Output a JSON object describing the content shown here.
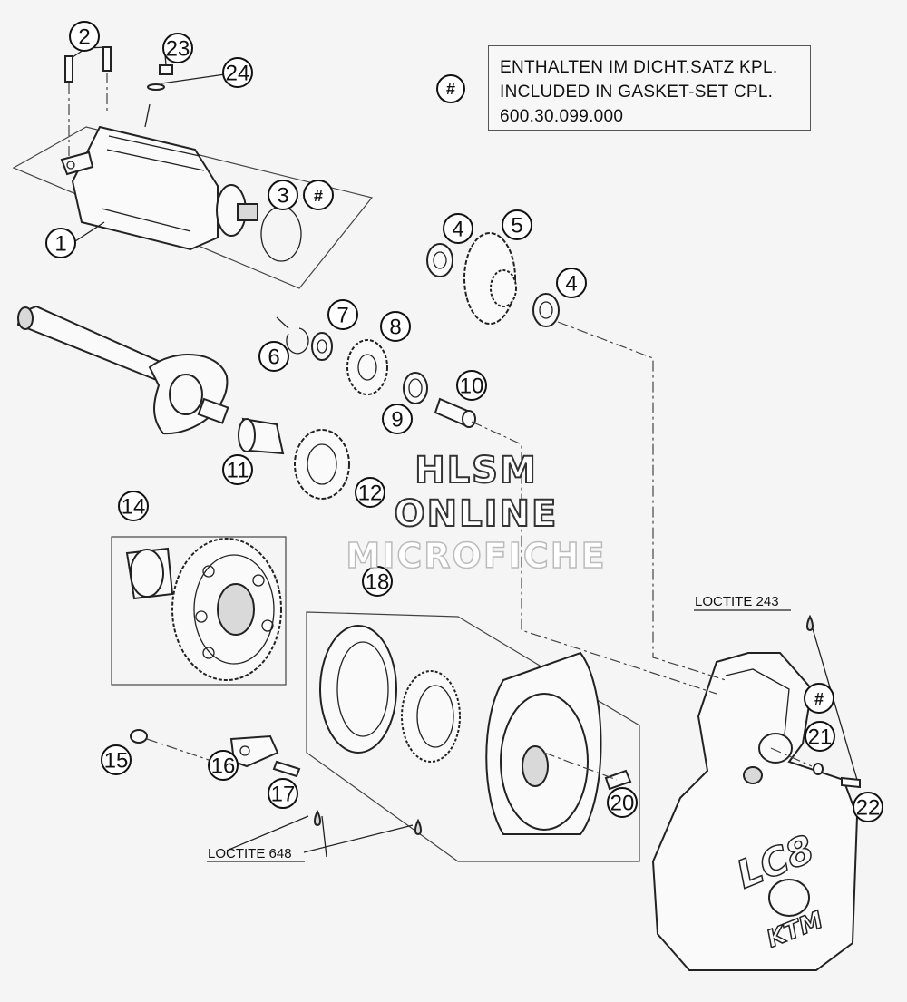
{
  "note": {
    "hash": "#",
    "lines": [
      "ENTHALTEN IM DICHT.SATZ KPL.",
      "INCLUDED IN GASKET-SET CPL.",
      "600.30.099.000"
    ]
  },
  "watermark": [
    "HLSM",
    "ONLINE",
    "MICROFICHE"
  ],
  "loctite": {
    "l243": "LOCTITE 243",
    "l648": "LOCTITE 648"
  },
  "cover_logo": {
    "model": "LC8",
    "brand": "KTM"
  },
  "callouts": [
    {
      "label": "1"
    },
    {
      "label": "2"
    },
    {
      "label": "3"
    },
    {
      "label": "#"
    },
    {
      "label": "4"
    },
    {
      "label": "5"
    },
    {
      "label": "4"
    },
    {
      "label": "6"
    },
    {
      "label": "7"
    },
    {
      "label": "8"
    },
    {
      "label": "9"
    },
    {
      "label": "10"
    },
    {
      "label": "11"
    },
    {
      "label": "12"
    },
    {
      "label": "14"
    },
    {
      "label": "15"
    },
    {
      "label": "16"
    },
    {
      "label": "17"
    },
    {
      "label": "18"
    },
    {
      "label": "20"
    },
    {
      "label": "#"
    },
    {
      "label": "21"
    },
    {
      "label": "22"
    },
    {
      "label": "23"
    },
    {
      "label": "24"
    }
  ]
}
